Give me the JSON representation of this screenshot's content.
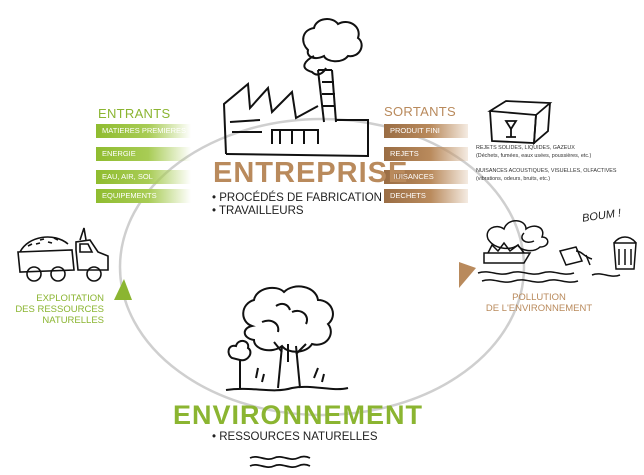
{
  "entrants": {
    "title": "ENTRANTS",
    "items": [
      "MATIERES PREMIERES",
      "ENERGIE",
      "EAU, AIR, SOL",
      "EQUIPEMENTS"
    ]
  },
  "sortants": {
    "title": "SORTANTS",
    "items": [
      "PRODUIT FINI",
      "REJETS",
      "NUISANCES",
      "DECHETS"
    ],
    "notes": {
      "rejets_line1": "REJETS SOLIDES, LIQUIDES, GAZEUX",
      "rejets_line2": "(Déchets, fumées, eaux usées, poussières, etc.)",
      "nuisances_line1": "NUISANCES ACOUSTIQUES, VISUELLES, OLFACTIVES",
      "nuisances_line2": "(vibrations, odeurs, bruits, etc.)"
    }
  },
  "entreprise": {
    "title": "ENTREPRISE",
    "bullets": [
      "• PROCÉDÉS DE FABRICATION",
      "• TRAVAILLEURS"
    ]
  },
  "environnement": {
    "title": "ENVIRONNEMENT",
    "bullet": "• RESSOURCES NATURELLES"
  },
  "exploitation": {
    "line1": "EXPLOITATION",
    "line2": "DES RESSOURCES",
    "line3": "NATURELLES"
  },
  "pollution": {
    "line1": "POLLUTION",
    "line2": "DE L'ENVIRONNEMENT"
  },
  "boom": "BOUM !",
  "colors": {
    "green": "#8bb531",
    "brown": "#b98a5c",
    "cycle": "#c9c9c9",
    "ink": "#222222"
  },
  "icons": [
    "factory-icon",
    "box-icon",
    "truck-icon",
    "pollution-icon",
    "tree-icon",
    "water-icon"
  ]
}
